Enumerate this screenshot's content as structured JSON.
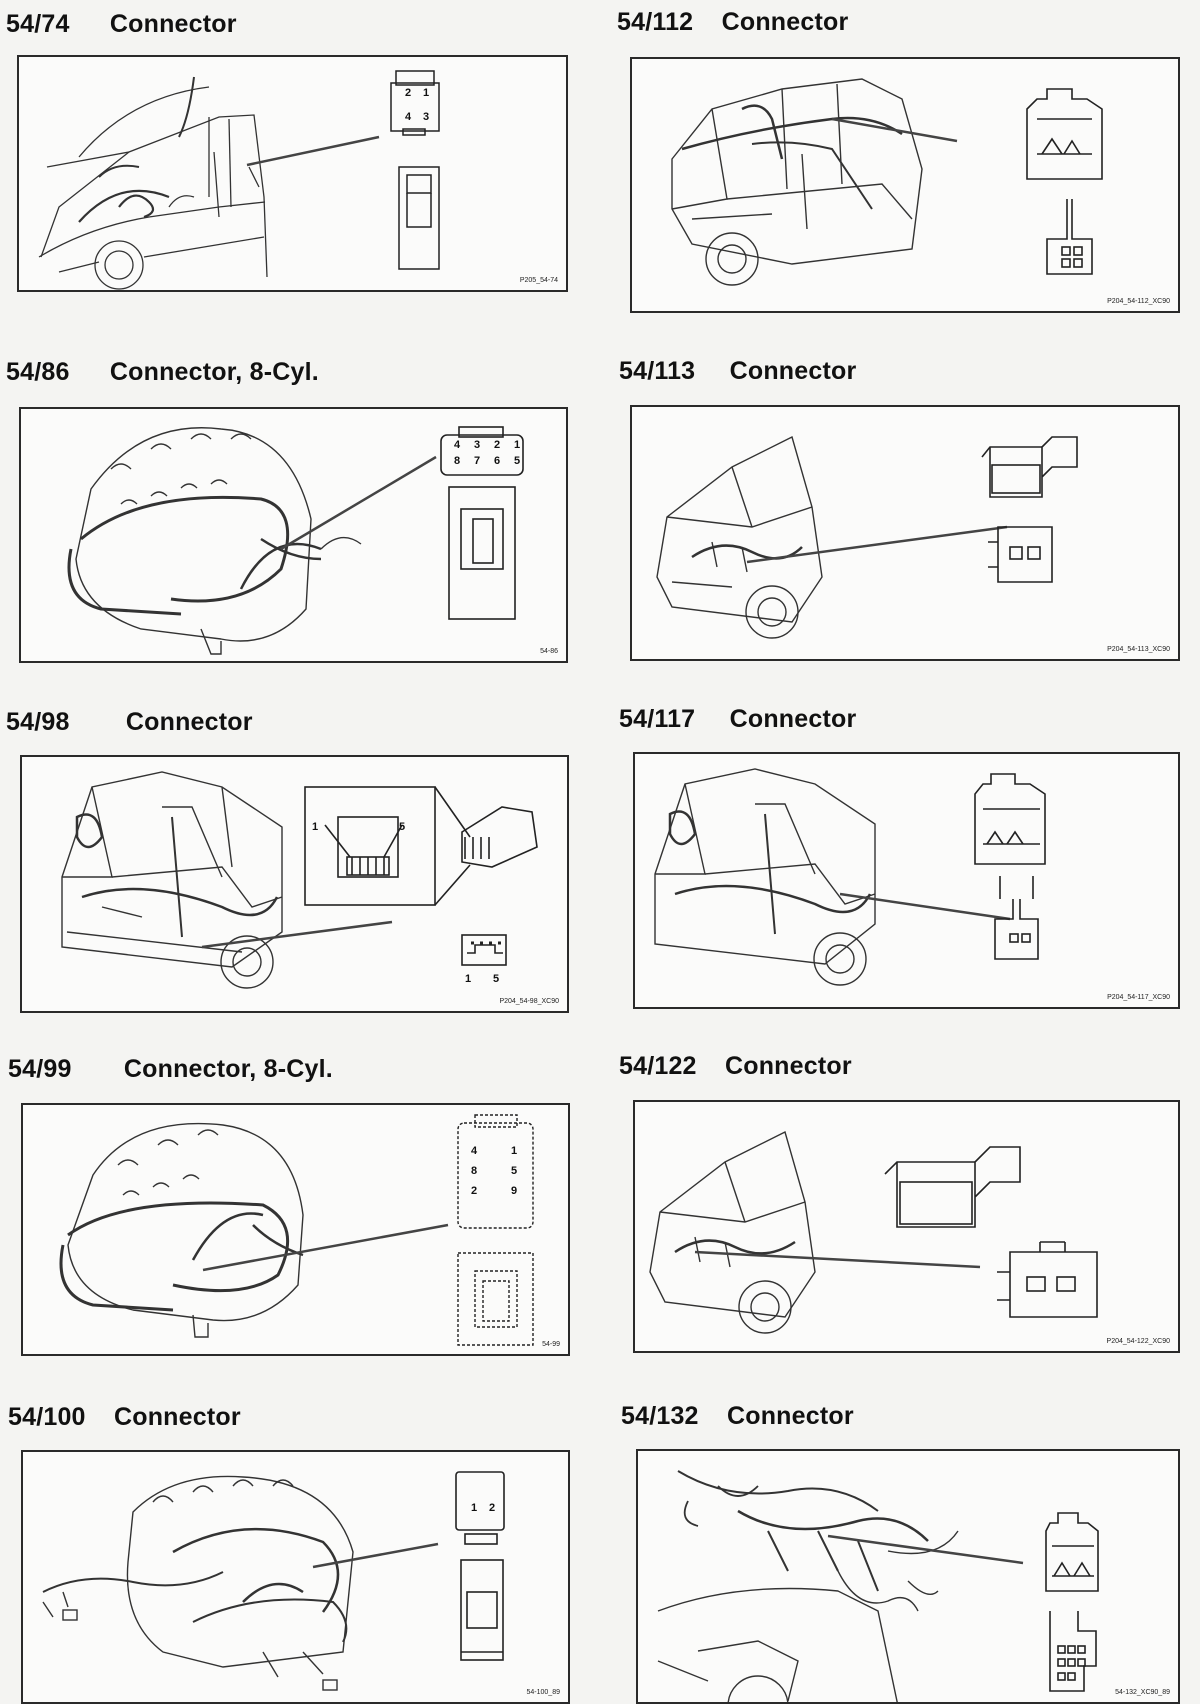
{
  "sections": [
    {
      "code": "54/74",
      "title": "Connector",
      "caption": "P205_54-74",
      "pins": [
        "2",
        "1",
        "4",
        "3"
      ]
    },
    {
      "code": "54/86",
      "title": "Connector, 8-Cyl.",
      "caption": "54-86",
      "pins": [
        "4",
        "3",
        "2",
        "1",
        "8",
        "7",
        "6",
        "5"
      ]
    },
    {
      "code": "54/98",
      "title": "Connector",
      "caption": "P204_54-98_XC90",
      "pins": [
        "1",
        "5",
        "1",
        "5"
      ]
    },
    {
      "code": "54/99",
      "title": "Connector, 8-Cyl.",
      "caption": "54-99",
      "pins": [
        "4",
        "1",
        "8",
        "5",
        "2",
        "9"
      ]
    },
    {
      "code": "54/100",
      "title": "Connector",
      "caption": "54-100_89",
      "pins": [
        "1",
        "2"
      ]
    },
    {
      "code": "54/112",
      "title": "Connector",
      "caption": "P204_54-112_XC90",
      "pins": []
    },
    {
      "code": "54/113",
      "title": "Connector",
      "caption": "P204_54-113_XC90",
      "pins": []
    },
    {
      "code": "54/117",
      "title": "Connector",
      "caption": "P204_54-117_XC90",
      "pins": []
    },
    {
      "code": "54/122",
      "title": "Connector",
      "caption": "P204_54-122_XC90",
      "pins": []
    },
    {
      "code": "54/132",
      "title": "Connector",
      "caption": "54-132_XC90_89",
      "pins": []
    }
  ]
}
